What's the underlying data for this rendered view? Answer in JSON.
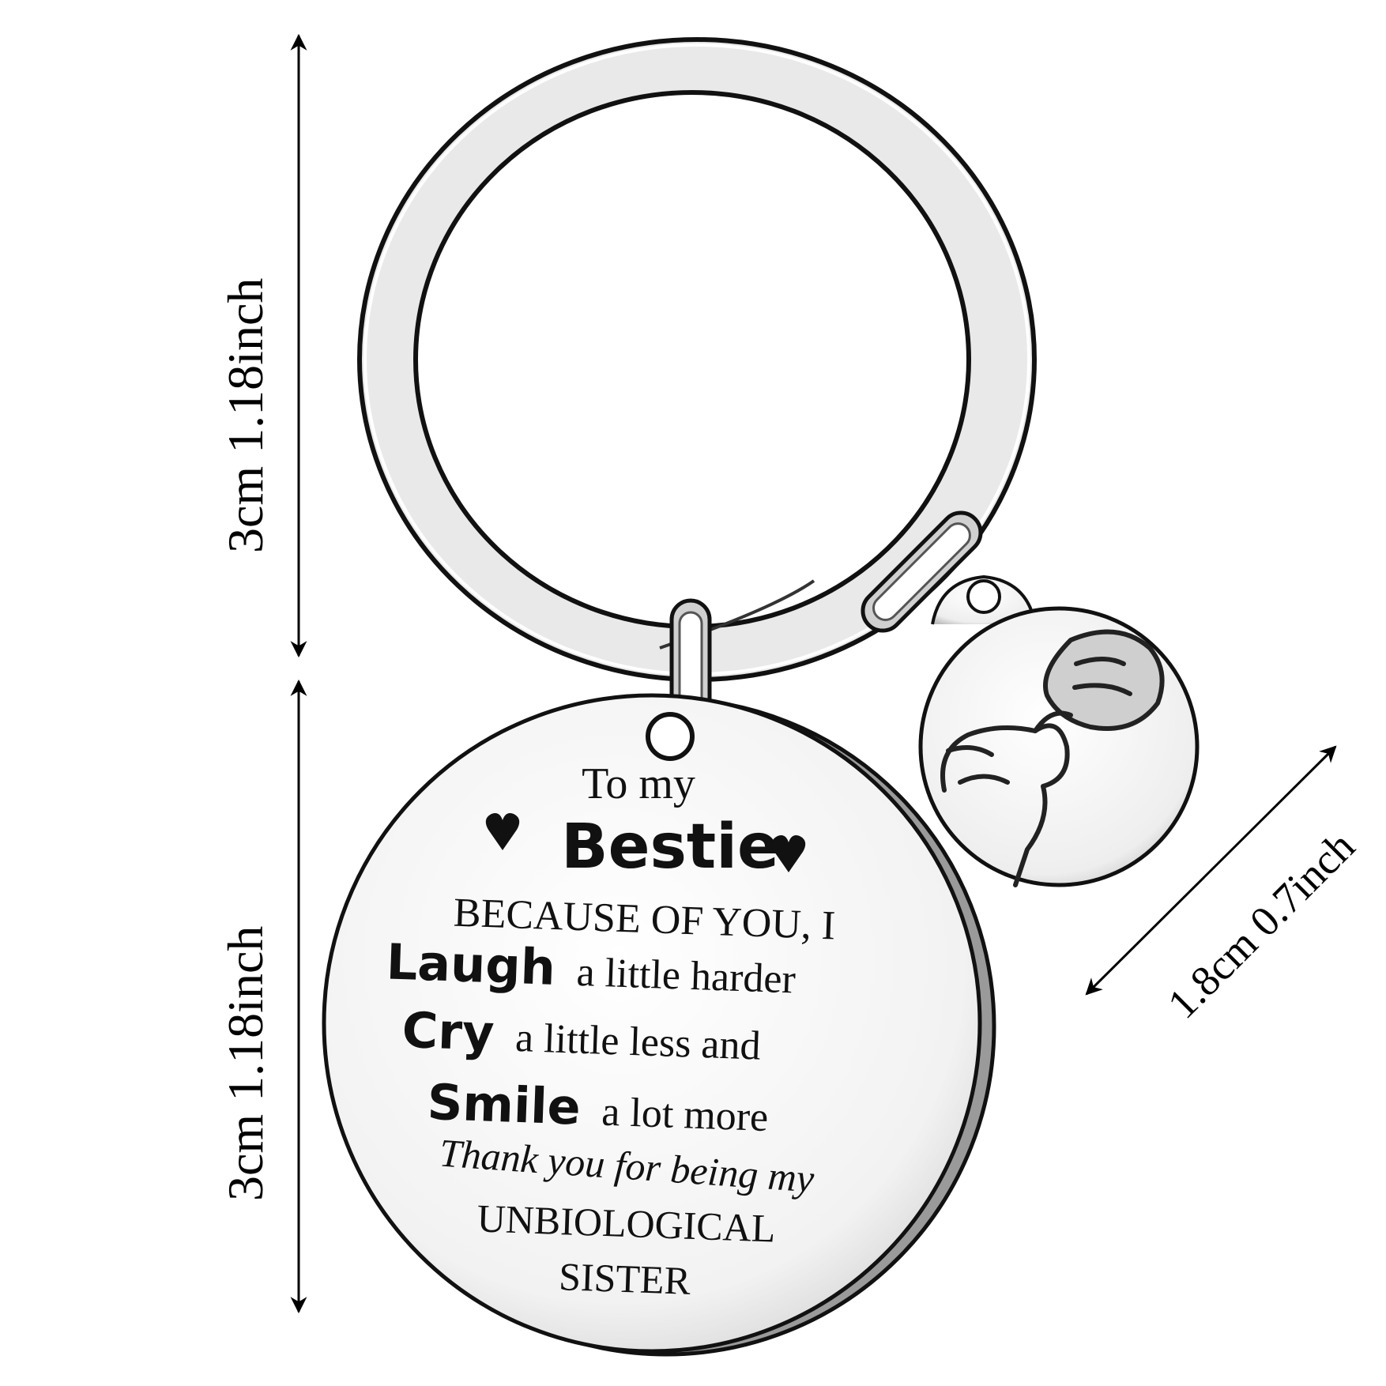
{
  "dimensions": {
    "ring_height": "3cm 1.18inch",
    "tag_height": "3cm 1.18inch",
    "charm_diameter": "1.8cm 0.7inch"
  },
  "engraving": {
    "line1": "To my",
    "line2": "Bestie",
    "line3": "BECAUSE OF YOU,  I",
    "line4_bold": "Laugh",
    "line4_rest": "a little harder",
    "line5_bold": "Cry",
    "line5_rest": "a little less and",
    "line6_bold": "Smile",
    "line6_rest": "a lot more",
    "line7": "Thank you for being my",
    "line8": "UNBIOLOGICAL",
    "line9": "SISTER"
  },
  "charm": {
    "icon": "pinky-promise-hands-icon"
  },
  "colors": {
    "metal": "#d9d9d9",
    "outline": "#111111",
    "background": "#ffffff"
  }
}
